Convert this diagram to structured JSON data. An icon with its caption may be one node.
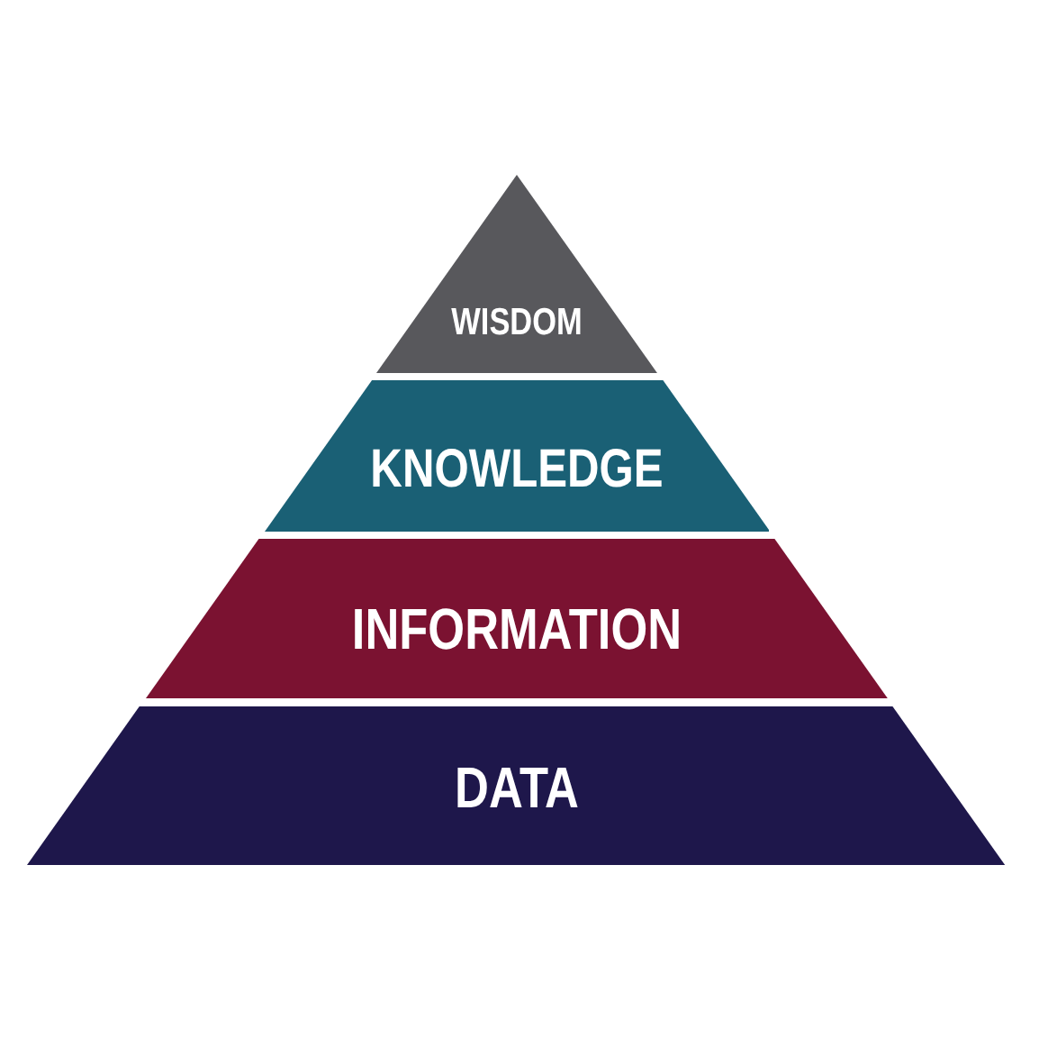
{
  "diagram": {
    "nodes": [
      {
        "text": [
          "WISDOM"
        ]
      },
      {
        "text": [
          "KNOWLEDGE"
        ]
      },
      {
        "text": [
          "INFORMATION"
        ]
      },
      {
        "text": [
          "DATA"
        ]
      }
    ]
  }
}
